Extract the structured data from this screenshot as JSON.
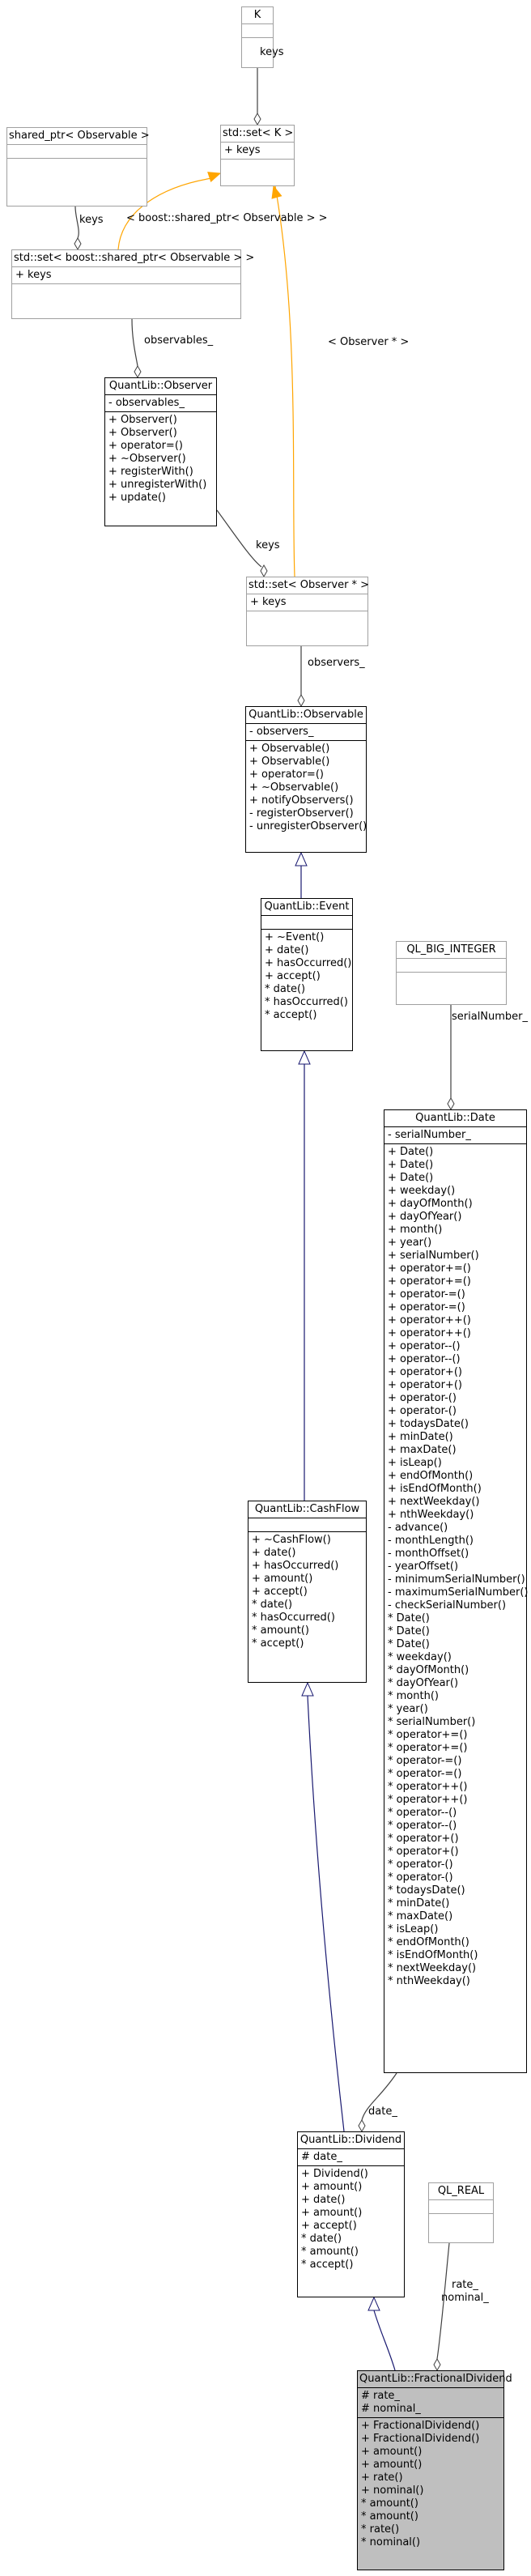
{
  "classes": {
    "k": {
      "title": "K",
      "attributes": [],
      "methods": []
    },
    "set_k": {
      "title": "std::set< K >",
      "attributes": [
        "+ keys"
      ],
      "methods": []
    },
    "shared_ptr": {
      "title": "shared_ptr< Observable >",
      "attributes": [],
      "methods": []
    },
    "set_shared": {
      "title": "std::set< boost::shared_ptr< Observable > >",
      "attributes": [
        "+ keys"
      ],
      "methods": []
    },
    "observer": {
      "title": "QuantLib::Observer",
      "attributes": [
        "- observables_"
      ],
      "methods": [
        "+ Observer()",
        "+ Observer()",
        "+ operator=()",
        "+ ~Observer()",
        "+ registerWith()",
        "+ unregisterWith()",
        "+ update()"
      ]
    },
    "set_observer": {
      "title": "std::set< Observer * >",
      "attributes": [
        "+ keys"
      ],
      "methods": []
    },
    "observable": {
      "title": "QuantLib::Observable",
      "attributes": [
        "- observers_"
      ],
      "methods": [
        "+ Observable()",
        "+ Observable()",
        "+ operator=()",
        "+ ~Observable()",
        "+ notifyObservers()",
        "- registerObserver()",
        "- unregisterObserver()"
      ]
    },
    "event": {
      "title": "QuantLib::Event",
      "attributes": [],
      "methods": [
        "+ ~Event()",
        "+ date()",
        "+ hasOccurred()",
        "+ accept()",
        "* date()",
        "* hasOccurred()",
        "* accept()"
      ]
    },
    "ql_big_integer": {
      "title": "QL_BIG_INTEGER",
      "attributes": [],
      "methods": []
    },
    "date": {
      "title": "QuantLib::Date",
      "attributes": [
        "- serialNumber_"
      ],
      "methods": [
        "+ Date()",
        "+ Date()",
        "+ Date()",
        "+ weekday()",
        "+ dayOfMonth()",
        "+ dayOfYear()",
        "+ month()",
        "+ year()",
        "+ serialNumber()",
        "+ operator+=()",
        "+ operator+=()",
        "+ operator-=()",
        "+ operator-=()",
        "+ operator++()",
        "+ operator++()",
        "+ operator--()",
        "+ operator--()",
        "+ operator+()",
        "+ operator+()",
        "+ operator-()",
        "+ operator-()",
        "+ todaysDate()",
        "+ minDate()",
        "+ maxDate()",
        "+ isLeap()",
        "+ endOfMonth()",
        "+ isEndOfMonth()",
        "+ nextWeekday()",
        "+ nthWeekday()",
        "- advance()",
        "- monthLength()",
        "- monthOffset()",
        "- yearOffset()",
        "- minimumSerialNumber()",
        "- maximumSerialNumber()",
        "- checkSerialNumber()",
        "* Date()",
        "* Date()",
        "* Date()",
        "* weekday()",
        "* dayOfMonth()",
        "* dayOfYear()",
        "* month()",
        "* year()",
        "* serialNumber()",
        "* operator+=()",
        "* operator+=()",
        "* operator-=()",
        "* operator-=()",
        "* operator++()",
        "* operator++()",
        "* operator--()",
        "* operator--()",
        "* operator+()",
        "* operator+()",
        "* operator-()",
        "* operator-()",
        "* todaysDate()",
        "* minDate()",
        "* maxDate()",
        "* isLeap()",
        "* endOfMonth()",
        "* isEndOfMonth()",
        "* nextWeekday()",
        "* nthWeekday()"
      ]
    },
    "cashflow": {
      "title": "QuantLib::CashFlow",
      "attributes": [],
      "methods": [
        "+ ~CashFlow()",
        "+ date()",
        "+ hasOccurred()",
        "+ amount()",
        "+ accept()",
        "* date()",
        "* hasOccurred()",
        "* amount()",
        "* accept()"
      ]
    },
    "dividend": {
      "title": "QuantLib::Dividend",
      "attributes": [
        "# date_"
      ],
      "methods": [
        "+ Dividend()",
        "+ amount()",
        "+ date()",
        "+ amount()",
        "+ accept()",
        "* date()",
        "* amount()",
        "* accept()"
      ]
    },
    "ql_real": {
      "title": "QL_REAL",
      "attributes": [],
      "methods": []
    },
    "fractional": {
      "title": "QuantLib::FractionalDividend",
      "attributes": [
        "# rate_",
        "# nominal_"
      ],
      "methods": [
        "+ FractionalDividend()",
        "+ FractionalDividend()",
        "+ amount()",
        "+ amount()",
        "+ rate()",
        "+ nominal()",
        "* amount()",
        "* amount()",
        "* rate()",
        "* nominal()"
      ]
    }
  },
  "edge_labels": {
    "keys_k": "keys",
    "keys_shared": "keys",
    "shared_template": "< boost::shared_ptr< Observable > >",
    "observer_template": "< Observer * >",
    "observables": "observables_",
    "keys_observer": "keys",
    "observers": "observers_",
    "serial_number": "serialNumber_",
    "date_member": "date_",
    "rate": "rate_",
    "nominal": "nominal_"
  },
  "colors": {
    "inheritance": "#191970",
    "template": "#ffa500",
    "association": "#404040",
    "focus_fill": "#bfbfbf",
    "external_border": "#a0a0a0"
  }
}
